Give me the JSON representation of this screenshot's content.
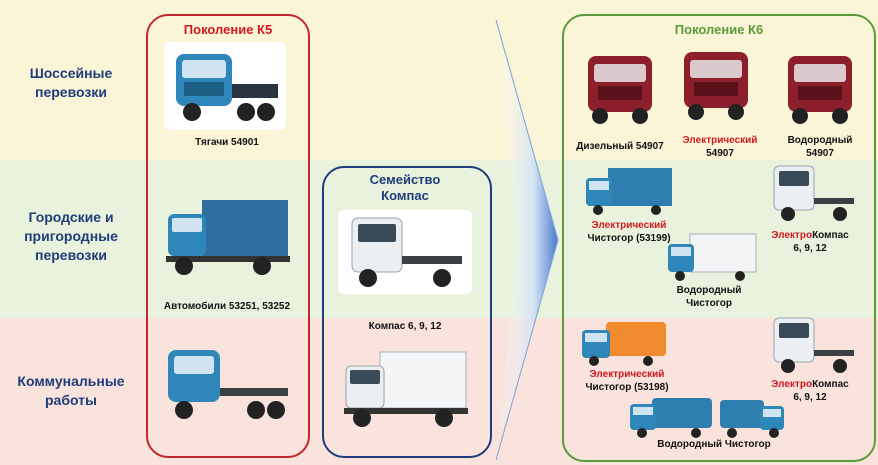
{
  "categories": {
    "highway": "Шоссейные перевозки",
    "urban": "Городские и пригородные перевозки",
    "municipal": "Коммунальные работы"
  },
  "k5": {
    "title": "Поколение К5",
    "tractor_label": "Тягачи 54901",
    "trucks_label": "Автомобили 53251, 53252"
  },
  "kompas": {
    "title": "Семейство Компас",
    "models_label": "Компас 6, 9, 12"
  },
  "k6": {
    "title": "Поколение К6",
    "diesel": {
      "line1": "Дизельный 54907"
    },
    "electric": {
      "line1": "Электрический",
      "line2": "54907"
    },
    "hydrogen": {
      "line1": "Водородный",
      "line2": "54907"
    },
    "el_chistogor": {
      "line1": "Электрический",
      "line2": "Чистогор (53199)"
    },
    "h2_chistogor": {
      "line1": "Водородный",
      "line2": "Чистогор"
    },
    "el_kompas": {
      "prefix": "Электро",
      "name": "Компас",
      "models": "6, 9, 12"
    },
    "el_chistogor_mun": {
      "line1": "Электрический",
      "line2": "Чистогор (53198)"
    },
    "el_kompas_mun": {
      "prefix": "Электро",
      "name": "Компас",
      "models": "6, 9, 12"
    },
    "h2_chistogor_mun": "Водородный Чистогор"
  },
  "colors": {
    "k5_accent": "#d0181f",
    "kompas_accent": "#1f3d7a",
    "k6_accent": "#5a9a3a",
    "electric_text": "#d0181f",
    "band_highway": "#fbf5d8",
    "band_urban": "#e9f2dc",
    "band_municipal": "#f9e3dc"
  }
}
